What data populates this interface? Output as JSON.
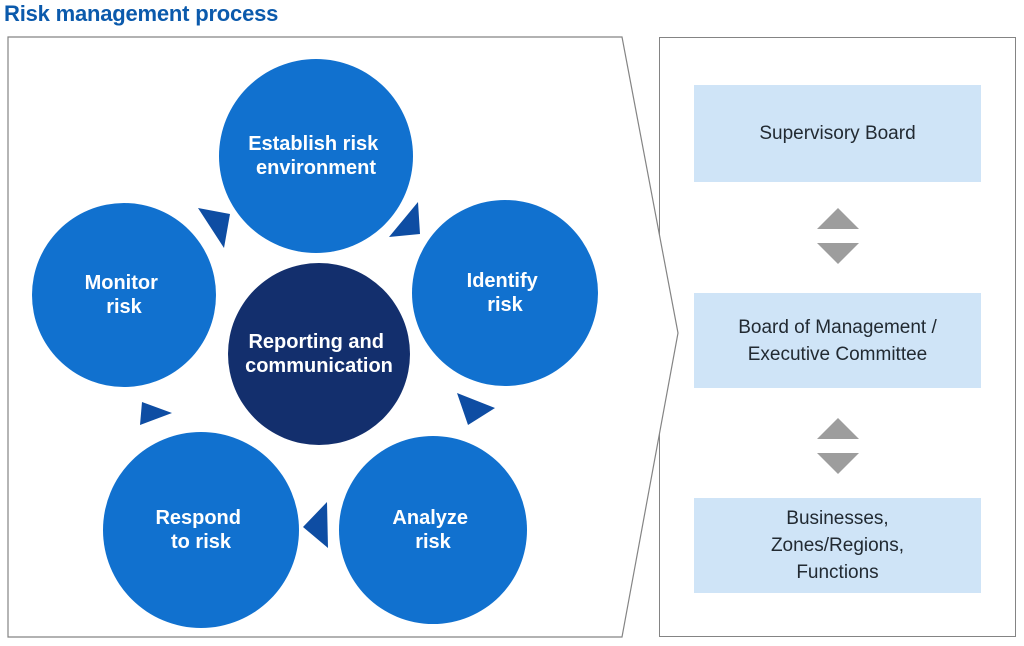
{
  "page_title": "Risk management process",
  "palette": {
    "title_blue": "#0b5aac",
    "circle_blue": "#1171cf",
    "center_navy": "#132f6d",
    "cycle_arrow_blue": "#0e4da3",
    "box_light_blue": "#cfe4f7",
    "gray_arrow": "#9d9d9d",
    "panel_border": "#848484"
  },
  "cycle": {
    "center": {
      "line1": "Reporting and",
      "line2": "communication"
    },
    "steps": [
      {
        "name": "establish-risk-environment",
        "line1": "Establish risk",
        "line2": "environment"
      },
      {
        "name": "identify-risk",
        "line1": "Identify",
        "line2": "risk"
      },
      {
        "name": "analyze-risk",
        "line1": "Analyze",
        "line2": "risk"
      },
      {
        "name": "respond-to-risk",
        "line1": "Respond",
        "line2": "to risk"
      },
      {
        "name": "monitor-risk",
        "line1": "Monitor",
        "line2": "risk"
      }
    ]
  },
  "governance": {
    "boxes": [
      {
        "lines": [
          "Supervisory Board"
        ]
      },
      {
        "lines": [
          "Board of Management /",
          "Executive Committee"
        ]
      },
      {
        "lines": [
          "Businesses,",
          "Zones/Regions,",
          "Functions"
        ]
      }
    ]
  }
}
